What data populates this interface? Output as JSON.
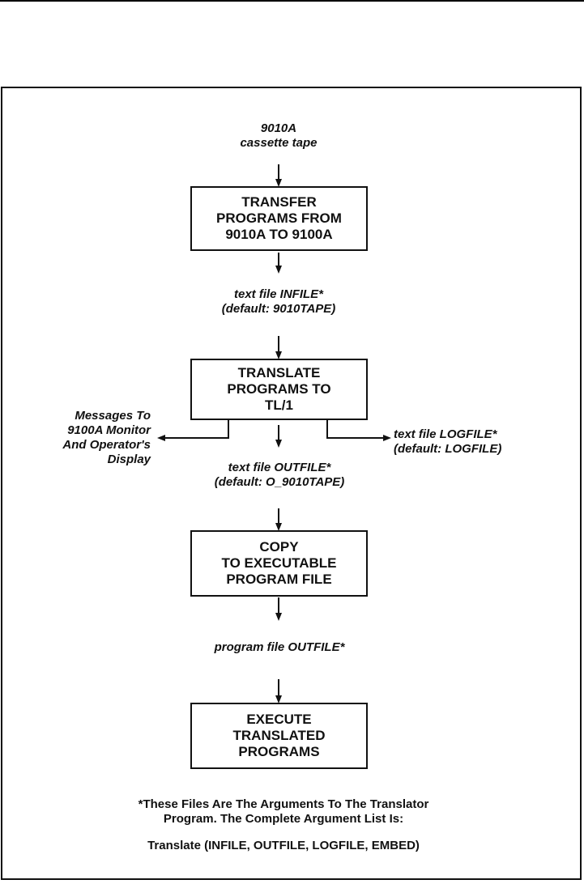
{
  "diagram": {
    "source_label": "9010A\ncassette tape",
    "boxes": [
      "TRANSFER\nPROGRAMS FROM\n9010A TO 9100A",
      "TRANSLATE\nPROGRAMS TO\nTL/1",
      "COPY\nTO EXECUTABLE\nPROGRAM FILE",
      "EXECUTE\nTRANSLATED\nPROGRAMS"
    ],
    "infile_label": "text file INFILE*\n(default:  9010TAPE)",
    "messages_label": "Messages To\n9100A Monitor\nAnd Operator's\nDisplay",
    "logfile_label": "text file LOGFILE*\n(default: LOGFILE)",
    "outfile_label": "text file OUTFILE*\n(default:  O_9010TAPE)",
    "program_file_label": "program file OUTFILE*"
  },
  "footnote": {
    "note": "*These Files Are The Arguments To The Translator\nProgram. The Complete Argument List Is:",
    "argument_list": "Translate (INFILE, OUTFILE, LOGFILE, EMBED)"
  }
}
